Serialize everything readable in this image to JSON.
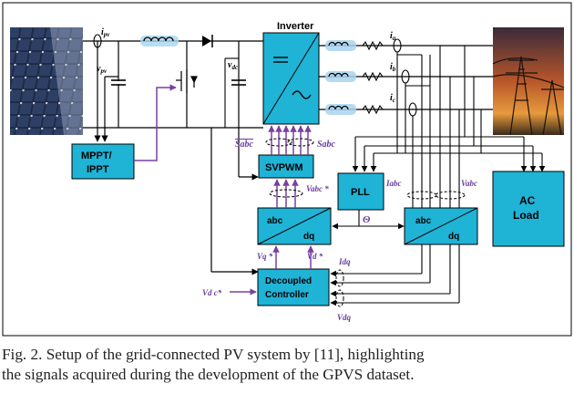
{
  "blocks": {
    "inverter_title": "Inverter",
    "mppt_line1": "MPPT/",
    "mppt_line2": "IPPT",
    "svpwm": "SVPWM",
    "pll": "PLL",
    "abc_left_top": "abc",
    "abc_left_bottom": "dq",
    "abc_right_top": "abc",
    "abc_right_bottom": "dq",
    "load_line1": "AC",
    "load_line2": "Load",
    "controller_line1": "Decoupled",
    "controller_line2": "Controller"
  },
  "signals": {
    "ipv": "i",
    "ipv_sub": "pv",
    "vpv": "v",
    "vpv_sub": "pv",
    "vdc": "v",
    "vdc_sub": "dc",
    "ia": "i",
    "ia_sub": "a",
    "ib": "i",
    "ib_sub": "b",
    "ic": "i",
    "ic_sub": "c",
    "sabc_bar": "Sabc",
    "sabc": "Sabc",
    "vabc_star": "Vabc *",
    "iabc": "Iabc",
    "vabc": "Vabc",
    "theta": "Θ",
    "vq_star": "Vq *",
    "vd_star": "Vd *",
    "idq": "Idq",
    "vdc_star": "Vd c*",
    "vdq": "Vdq"
  },
  "caption": {
    "line1": "Fig. 2.    Setup of the grid-connected PV system by [11], highlighting",
    "line2": "the signals acquired during the development of the GPVS dataset."
  },
  "colors": {
    "block_fill": "#1fb3d6",
    "signal_purple": "#7b3fa0",
    "highlight": "#a8d4f0"
  }
}
